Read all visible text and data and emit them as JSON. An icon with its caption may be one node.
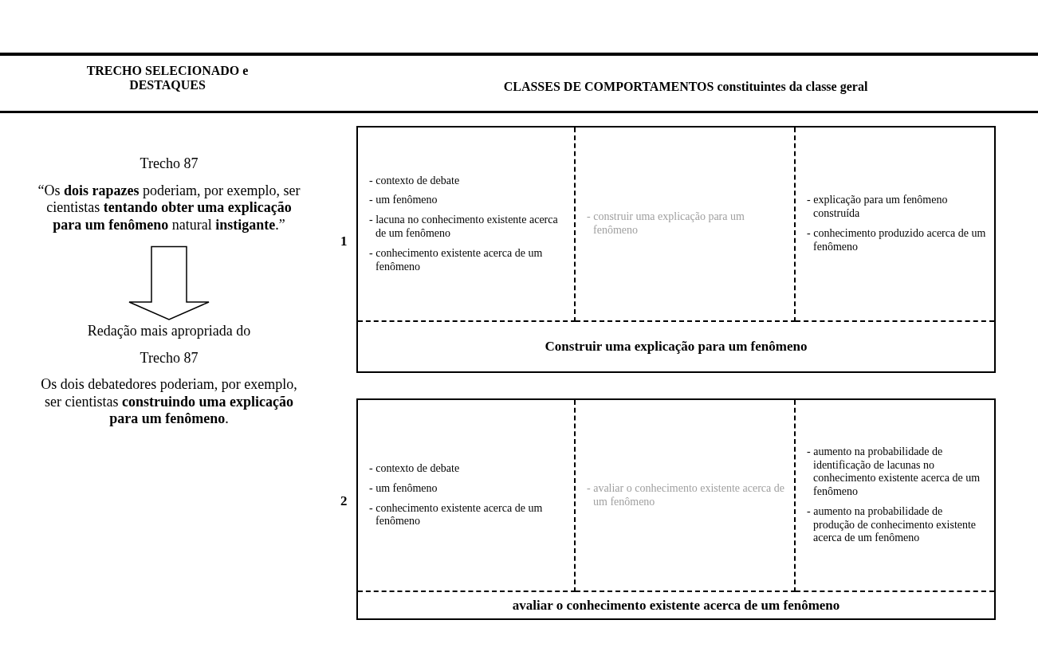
{
  "diagram": {
    "nodes": [
      {
        "text": [
          "Trecho 87",
          "“Os **dois rapazes** poderiam, por exemplo, ser cientistas **tentando obter uma explicação para um fenômeno** natural **instigante**.”"
        ]
      },
      {
        "text": [
          "Redação mais apropriada do",
          "Trecho 87",
          "Os dois debatedores poderiam, por exemplo, ser cientistas **construindo uma explicação para um fenômeno**."
        ]
      },
      {
        "text": [
          "Construir uma explicação para um fenômeno"
        ],
        "beside": [
          "1"
        ]
      },
      {
        "text": [
          "- contexto de debate",
          "- um fenômeno",
          "- lacuna no conhecimento existente acerca de um fenômeno",
          "- conhecimento existente acerca de um fenômeno"
        ],
        "in": 2
      },
      {
        "text": [
          "- construir uma explicação para um fenômeno"
        ],
        "in": 2
      },
      {
        "text": [
          "- explicação para um fenômeno construída",
          "- conhecimento produzido acerca de um fenômeno"
        ],
        "in": 2
      },
      {
        "text": [
          "avaliar o conhecimento existente acerca de um fenômeno"
        ],
        "beside": [
          "2"
        ]
      },
      {
        "text": [
          "- contexto de debate",
          "- um fenômeno",
          "- conhecimento existente acerca de um fenômeno"
        ],
        "in": 6
      },
      {
        "text": [
          "- avaliar o conhecimento existente acerca de um fenômeno"
        ],
        "in": 6
      },
      {
        "text": [
          "- aumento na probabilidade de identificação de lacunas no conhecimento existente acerca de um fenômeno",
          "- aumento na probabilidade de produção de conhecimento existente acerca de um fenômeno"
        ],
        "in": 6
      }
    ],
    "edges": [
      {
        "from": 0,
        "to": 1,
        "arrow": "to"
      }
    ],
    "labels": [
      "TRECHO SELECIONADO e DESTAQUES",
      "CLASSES DE COMPORTAMENTOS constituintes da classe geral"
    ]
  }
}
